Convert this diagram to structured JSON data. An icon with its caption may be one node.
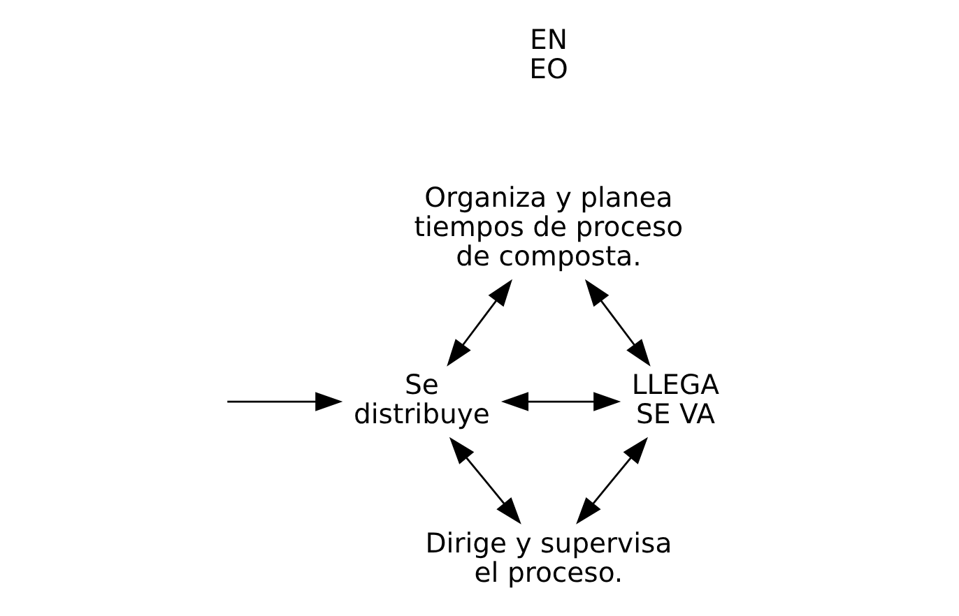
{
  "diagram": {
    "nodes": [
      {
        "text": [
          "EN EO"
        ]
      },
      {
        "text": [
          "Organiza y planea tiempos de proceso de composta."
        ]
      },
      {
        "text": [
          "LLEGA SE VA"
        ]
      },
      {
        "text": [
          "Se distribuye"
        ]
      },
      {
        "text": [
          "Dirige y supervisa el proceso."
        ]
      }
    ],
    "edges": [
      {
        "from": 1,
        "to": 2,
        "arrow": "both"
      },
      {
        "from": 3,
        "to": 2,
        "arrow": "both"
      },
      {
        "from": null,
        "to": 3,
        "arrow": "to"
      },
      {
        "from": 1,
        "to": 3,
        "arrow": "both"
      },
      {
        "from": 3,
        "to": 4,
        "arrow": "both"
      },
      {
        "from": 2,
        "to": 4,
        "arrow": "both"
      }
    ]
  }
}
